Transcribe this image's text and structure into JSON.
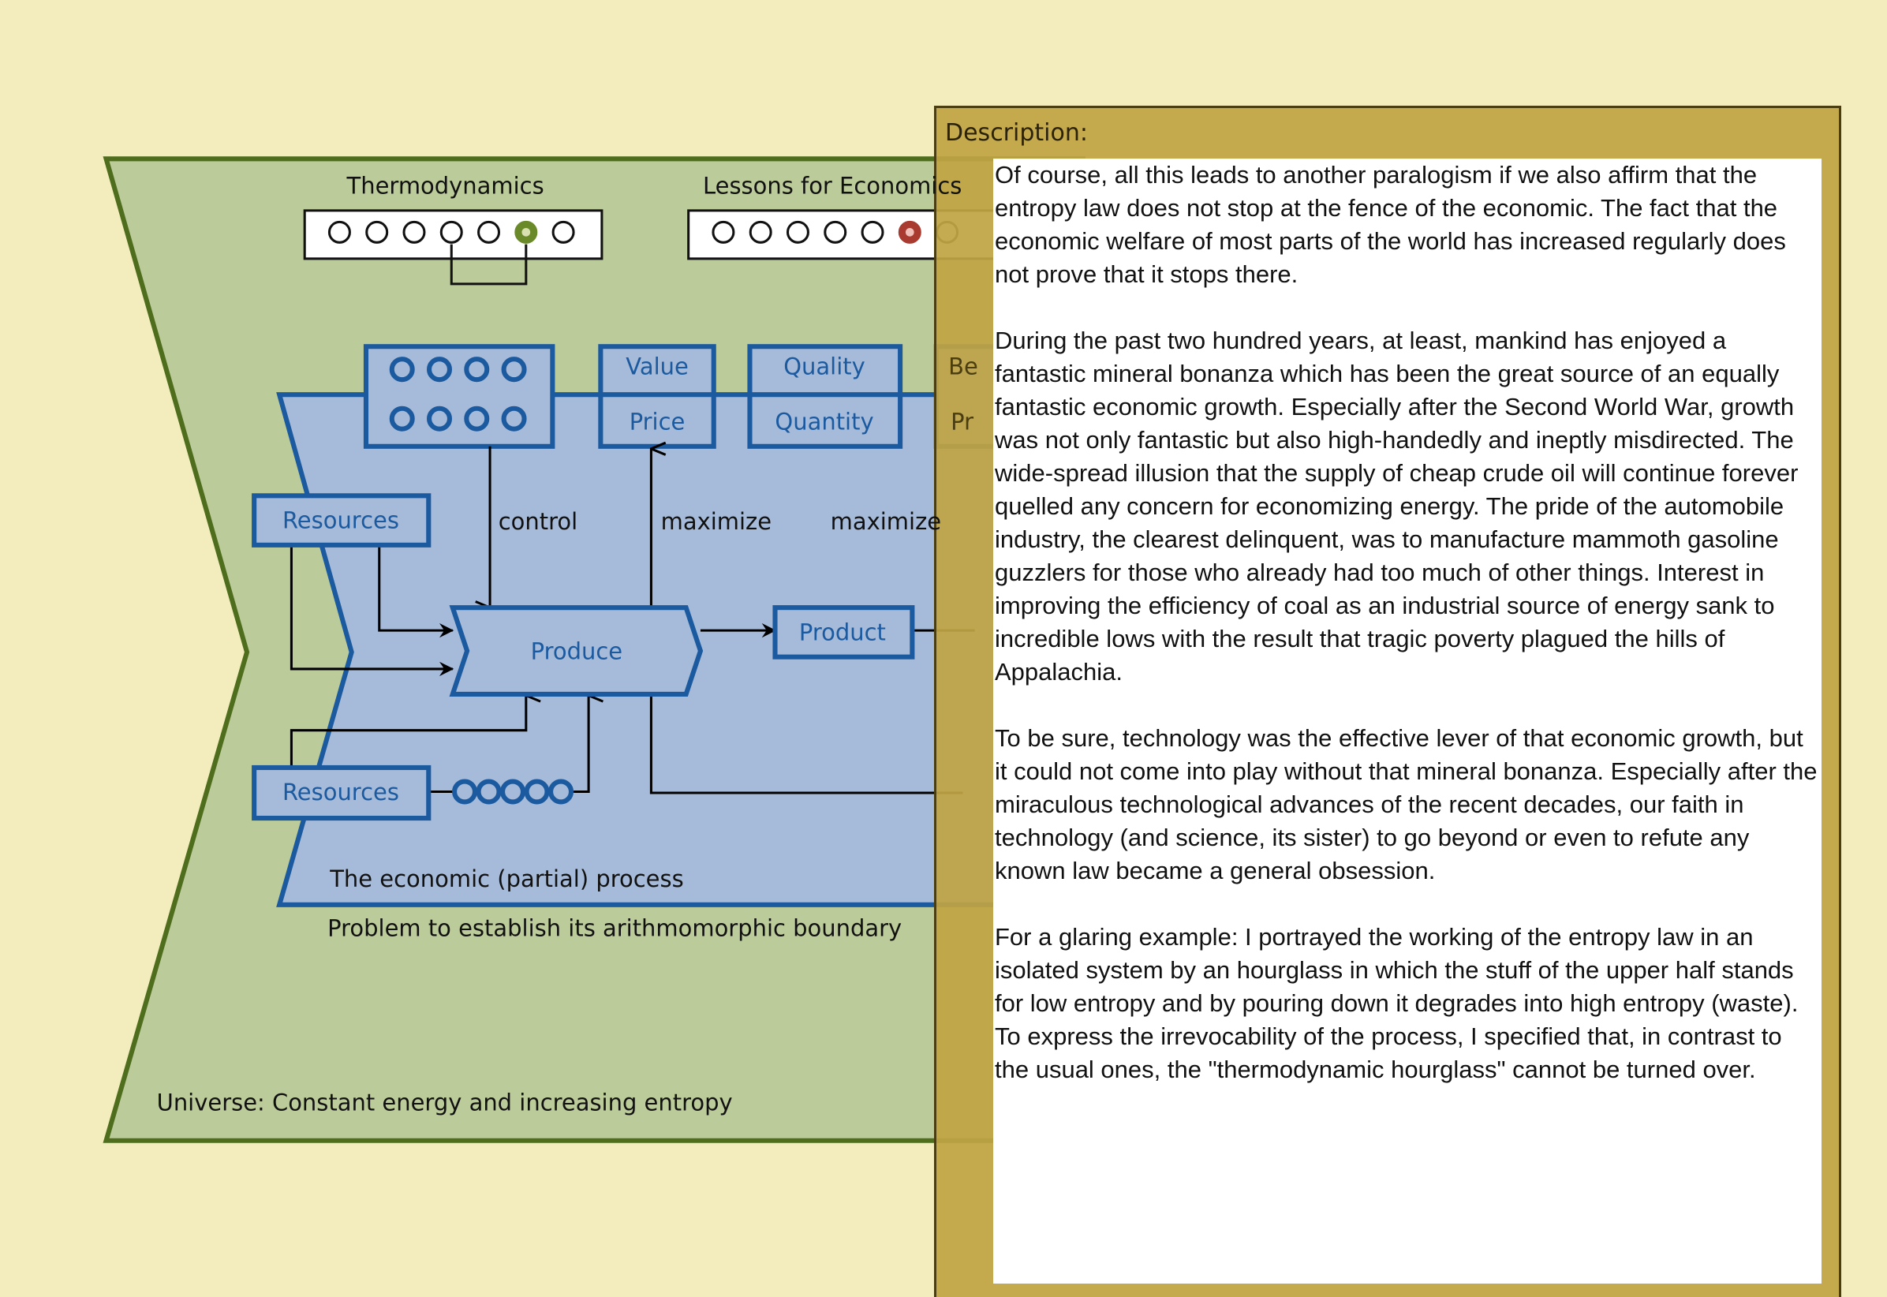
{
  "diagram": {
    "thermo_label": "Thermodynamics",
    "lessons_label": "Lessons for Economics",
    "value_label": "Value",
    "price_label": "Price",
    "quality_label": "Quality",
    "quantity_label": "Quantity",
    "benefit_partial": "Be",
    "price2_partial": "Pr",
    "resources_top": "Resources",
    "resources_bottom": "Resources",
    "control_label": "control",
    "maximize_label": "maximize",
    "maximize2_label": "maximize",
    "produce_label": "Produce",
    "product_label": "Product",
    "process_label": "The economic (partial) process",
    "boundary_label": "Problem to establish its arithmomorphic boundary",
    "universe_label": "Universe: Constant energy and increasing entropy",
    "colors": {
      "green_fill": "#bccb9a",
      "green_stroke": "#4e6e1e",
      "blue_fill": "#a6bbd9",
      "blue_stroke": "#1c5aa0",
      "thermo_active": "#6a8a2a",
      "lessons_active": "#a83a30"
    },
    "thermo_active_index": 5,
    "lessons_active_index": 5
  },
  "panel": {
    "title": "Description:",
    "paragraphs": [
      "Of course, all this leads to another paralogism if we also affirm that the entropy law does not stop at the fence of the economic. The fact that the economic welfare of most parts of the world has increased regularly does not prove that it stops there.",
      "During the past two hundred years, at least, mankind has enjoyed a fantastic mineral bonanza which has been the great source of an equally fantastic economic growth. Especially after the Second World War, growth was not only fantastic but also high-handedly and ineptly misdirected. The wide-spread illusion that the supply of cheap crude oil will continue forever quelled any concern for economizing energy. The pride of the automobile industry, the clearest delinquent, was to manufacture mammoth gasoline guzzlers for those who already had too much of other things. Interest in improving the efficiency of coal as an industrial source of energy sank to incredible lows with the result that tragic poverty plagued the hills of Appalachia.",
      "To be sure, technology was the effective lever of that economic growth, but it could not come into play without that mineral bonanza. Especially after the miraculous technological advances of the recent decades, our faith in technology (and science, its sister) to go beyond or even to refute any known law became a general obsession.",
      "For a glaring example: I portrayed the working of the entropy law in an isolated system by an hourglass in which the stuff of the upper half stands for low entropy and by pouring down it degrades into high entropy (waste). To express the irrevocability of the process, I specified that, in contrast to the usual ones, the \"thermodynamic hourglass\" cannot be turned over."
    ]
  }
}
